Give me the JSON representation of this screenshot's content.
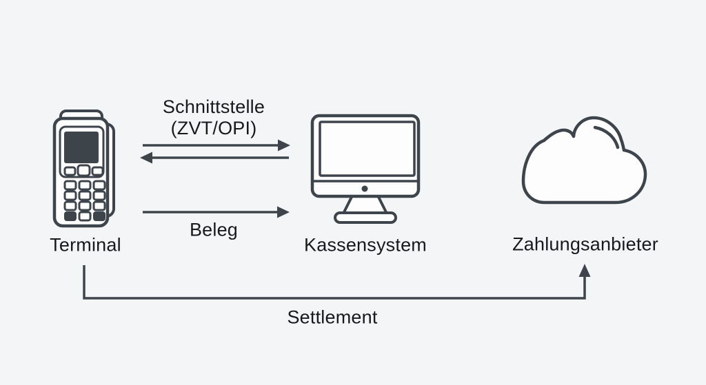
{
  "colors": {
    "background": "#f3f5f7",
    "stroke": "#3e444b",
    "text": "#17191d",
    "dark_fill": "#3d444a",
    "icon_fill": "#fdfdfe"
  },
  "nodes": [
    {
      "id": "terminal",
      "label": "Terminal",
      "icon": "payment-terminal-icon"
    },
    {
      "id": "kassensystem",
      "label": "Kassensystem",
      "icon": "desktop-computer-icon"
    },
    {
      "id": "zahlungsanbieter",
      "label": "Zahlungsanbieter",
      "icon": "cloud-icon"
    }
  ],
  "edges": [
    {
      "id": "schnittstelle",
      "label": "Schnittstelle",
      "sublabel": "(ZVT/OPI)",
      "direction": "bidirectional",
      "from": "Terminal",
      "to": "Kassensystem"
    },
    {
      "id": "beleg",
      "label": "Beleg",
      "direction": "right",
      "from": "Terminal",
      "to": "Kassensystem"
    },
    {
      "id": "settlement",
      "label": "Settlement",
      "direction": "up",
      "from": "Terminal",
      "to": "Zahlungsanbieter"
    }
  ]
}
